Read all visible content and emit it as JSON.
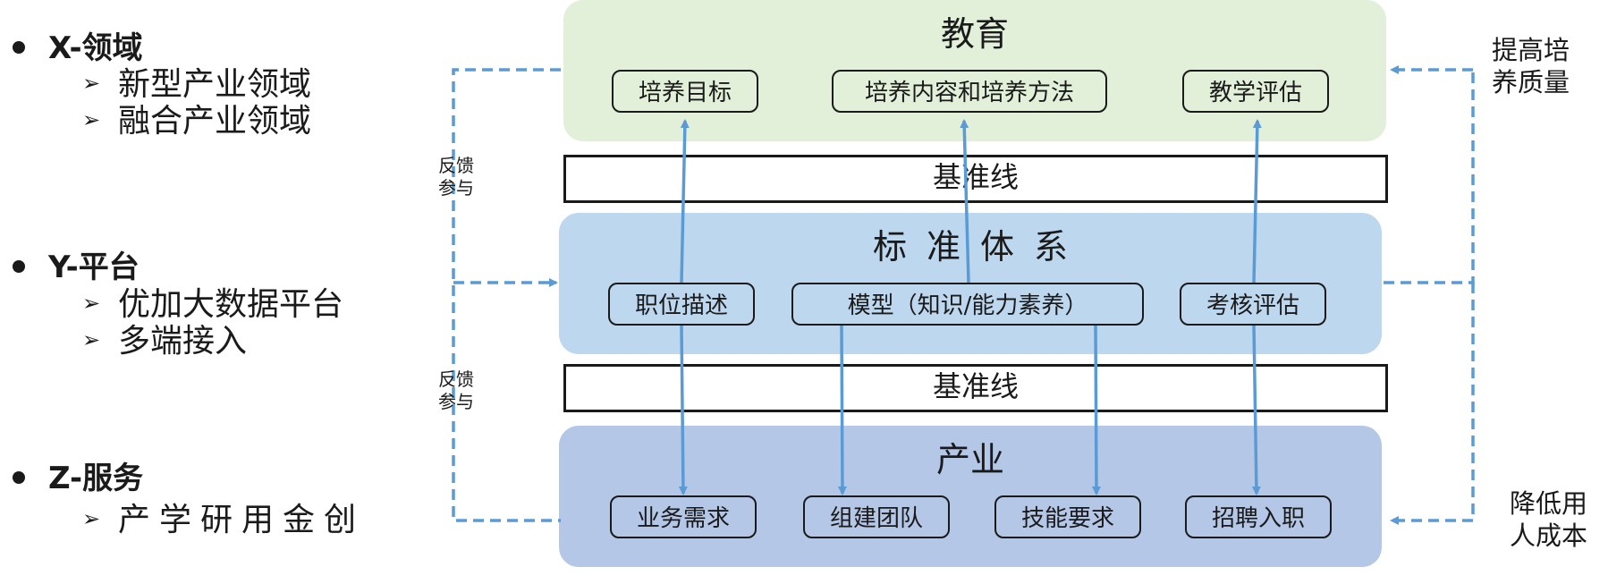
{
  "left": {
    "x": {
      "title": "X-领域",
      "items": [
        "新型产业领域",
        "融合产业领域"
      ]
    },
    "y": {
      "title": "Y-平台",
      "items": [
        "优加大数据平台",
        "多端接入"
      ]
    },
    "z": {
      "title": "Z-服务",
      "items": [
        "产学研用金创"
      ]
    }
  },
  "education": {
    "title": "教育",
    "boxes": [
      "培养目标",
      "培养内容和培养方法",
      "教学评估"
    ]
  },
  "baseline_top": "基准线",
  "standards": {
    "title": "标准体系",
    "boxes": [
      "职位描述",
      "模型（知识/能力素养）",
      "考核评估"
    ]
  },
  "baseline_bottom": "基准线",
  "industry": {
    "title": "产业",
    "boxes": [
      "业务需求",
      "组建团队",
      "技能要求",
      "招聘入职"
    ]
  },
  "feedback_top": [
    "反馈",
    "参与"
  ],
  "feedback_bottom": [
    "反馈",
    "参与"
  ],
  "right_top": [
    "提高培",
    "养质量"
  ],
  "right_bottom": [
    "降低用",
    "人成本"
  ],
  "colors": {
    "arrow": "#5b9bd5",
    "edu": "#e2efd9",
    "std": "#bdd7ee",
    "ind": "#b4c7e7"
  }
}
